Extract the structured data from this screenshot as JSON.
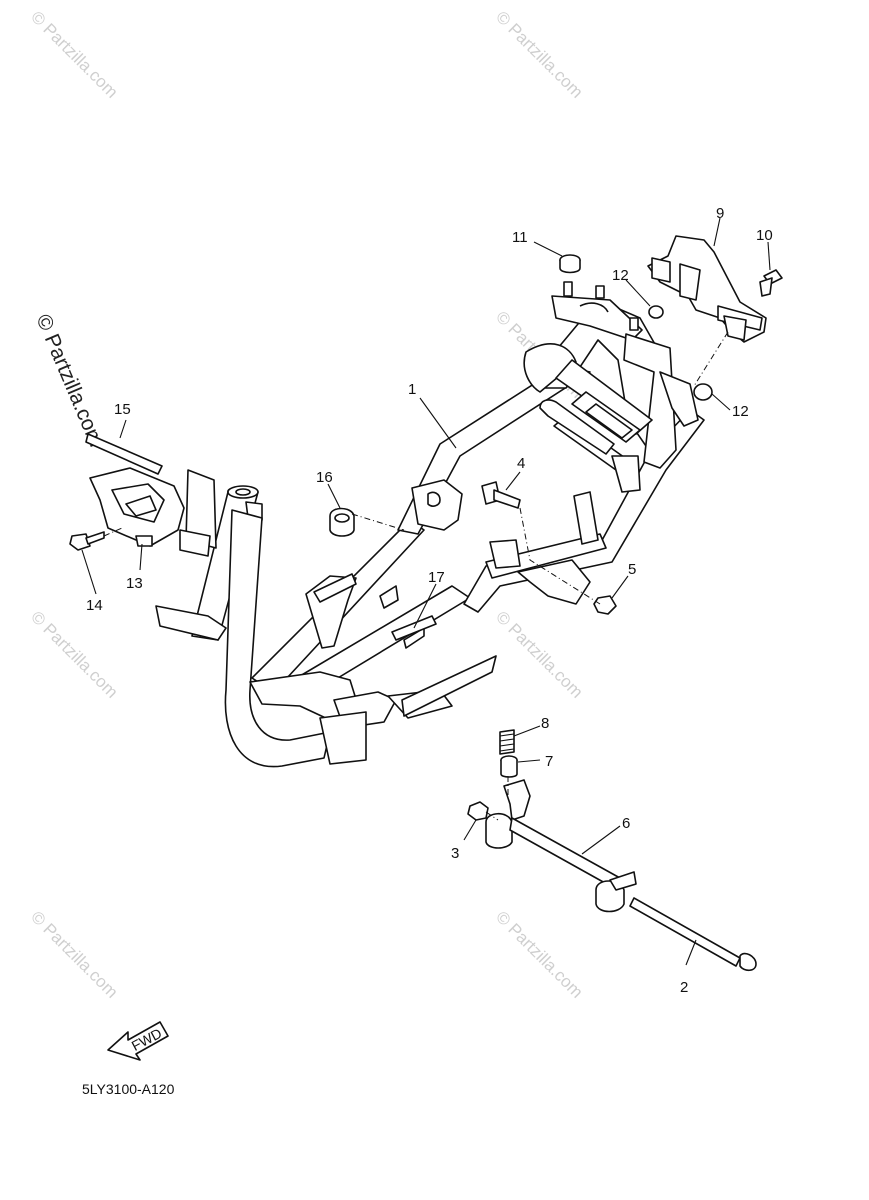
{
  "diagram": {
    "code": "5LY3100-A120",
    "fwd_label": "FWD",
    "watermark": "© Partzilla.com",
    "callouts": [
      {
        "id": "c1",
        "text": "1"
      },
      {
        "id": "c2",
        "text": "2"
      },
      {
        "id": "c3a",
        "text": "3"
      },
      {
        "id": "c4",
        "text": "4"
      },
      {
        "id": "c5",
        "text": "5"
      },
      {
        "id": "c6",
        "text": "6"
      },
      {
        "id": "c7",
        "text": "7"
      },
      {
        "id": "c8",
        "text": "8"
      },
      {
        "id": "c9",
        "text": "9"
      },
      {
        "id": "c10",
        "text": "10"
      },
      {
        "id": "c11",
        "text": "11"
      },
      {
        "id": "c12a",
        "text": "12"
      },
      {
        "id": "c12b",
        "text": "12"
      },
      {
        "id": "c13",
        "text": "13"
      },
      {
        "id": "c14",
        "text": "14"
      },
      {
        "id": "c15",
        "text": "15"
      },
      {
        "id": "c16",
        "text": "16"
      },
      {
        "id": "c17",
        "text": "17"
      }
    ]
  }
}
